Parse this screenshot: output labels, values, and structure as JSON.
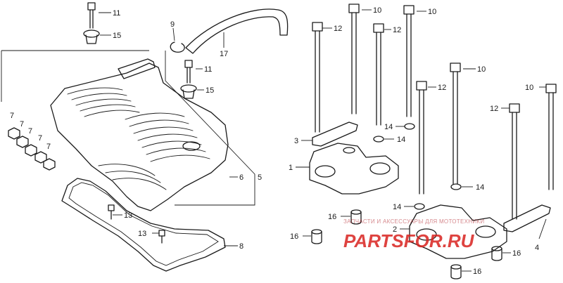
{
  "callouts": [
    {
      "id": "c11a",
      "label": "11"
    },
    {
      "id": "c15a",
      "label": "15"
    },
    {
      "id": "c9",
      "label": "9"
    },
    {
      "id": "c17",
      "label": "17"
    },
    {
      "id": "c11b",
      "label": "11"
    },
    {
      "id": "c15b",
      "label": "15"
    },
    {
      "id": "c5",
      "label": "5"
    },
    {
      "id": "c6",
      "label": "6"
    },
    {
      "id": "c7a",
      "label": "7"
    },
    {
      "id": "c7b",
      "label": "7"
    },
    {
      "id": "c7c",
      "label": "7"
    },
    {
      "id": "c7d",
      "label": "7"
    },
    {
      "id": "c7e",
      "label": "7"
    },
    {
      "id": "c13a",
      "label": "13"
    },
    {
      "id": "c13b",
      "label": "13"
    },
    {
      "id": "c8",
      "label": "8"
    },
    {
      "id": "c10a",
      "label": "10"
    },
    {
      "id": "c10b",
      "label": "10"
    },
    {
      "id": "c10c",
      "label": "10"
    },
    {
      "id": "c10d",
      "label": "10"
    },
    {
      "id": "c12a",
      "label": "12"
    },
    {
      "id": "c12b",
      "label": "12"
    },
    {
      "id": "c12c",
      "label": "12"
    },
    {
      "id": "c12d",
      "label": "12"
    },
    {
      "id": "c3",
      "label": "3"
    },
    {
      "id": "c1",
      "label": "1"
    },
    {
      "id": "c14a",
      "label": "14"
    },
    {
      "id": "c14b",
      "label": "14"
    },
    {
      "id": "c14c",
      "label": "14"
    },
    {
      "id": "c14d",
      "label": "14"
    },
    {
      "id": "c16a",
      "label": "16"
    },
    {
      "id": "c16b",
      "label": "16"
    },
    {
      "id": "c16c",
      "label": "16"
    },
    {
      "id": "c16d",
      "label": "16"
    },
    {
      "id": "c2",
      "label": "2"
    },
    {
      "id": "c4",
      "label": "4"
    }
  ],
  "watermark": {
    "caption": "ЗАПЧАСТИ И АКСЕССУАРЫ ДЛЯ МОТОТЕХНИКИ",
    "brand": "PARTSFOR.RU"
  }
}
